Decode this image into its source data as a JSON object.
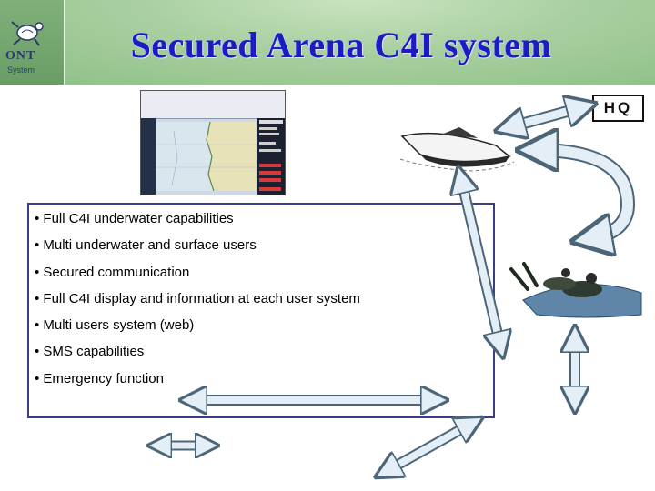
{
  "header": {
    "title": "Secured Arena C4I system",
    "logo_text": "ONT",
    "logo_subtext": "System"
  },
  "hq_label": "HQ",
  "features": [
    "• Full C4I underwater capabilities",
    "• Multi underwater and surface users",
    "• Secured communication",
    "• Full C4I display and information at each  user system",
    "• Multi users system (web)",
    "• SMS capabilities",
    "• Emergency function"
  ],
  "colors": {
    "title": "#1c1cc0",
    "banner": "#a8cfa0",
    "box_border": "#3b3d87",
    "arrow_fill": "#e3eef6",
    "arrow_stroke": "#4c6678"
  },
  "icons": {
    "logo": "turtle-logo",
    "surface_vehicle": "speedboat-image",
    "underwater_vehicle": "diver-sled-image",
    "system_screen": "c4i-display-screenshot"
  }
}
